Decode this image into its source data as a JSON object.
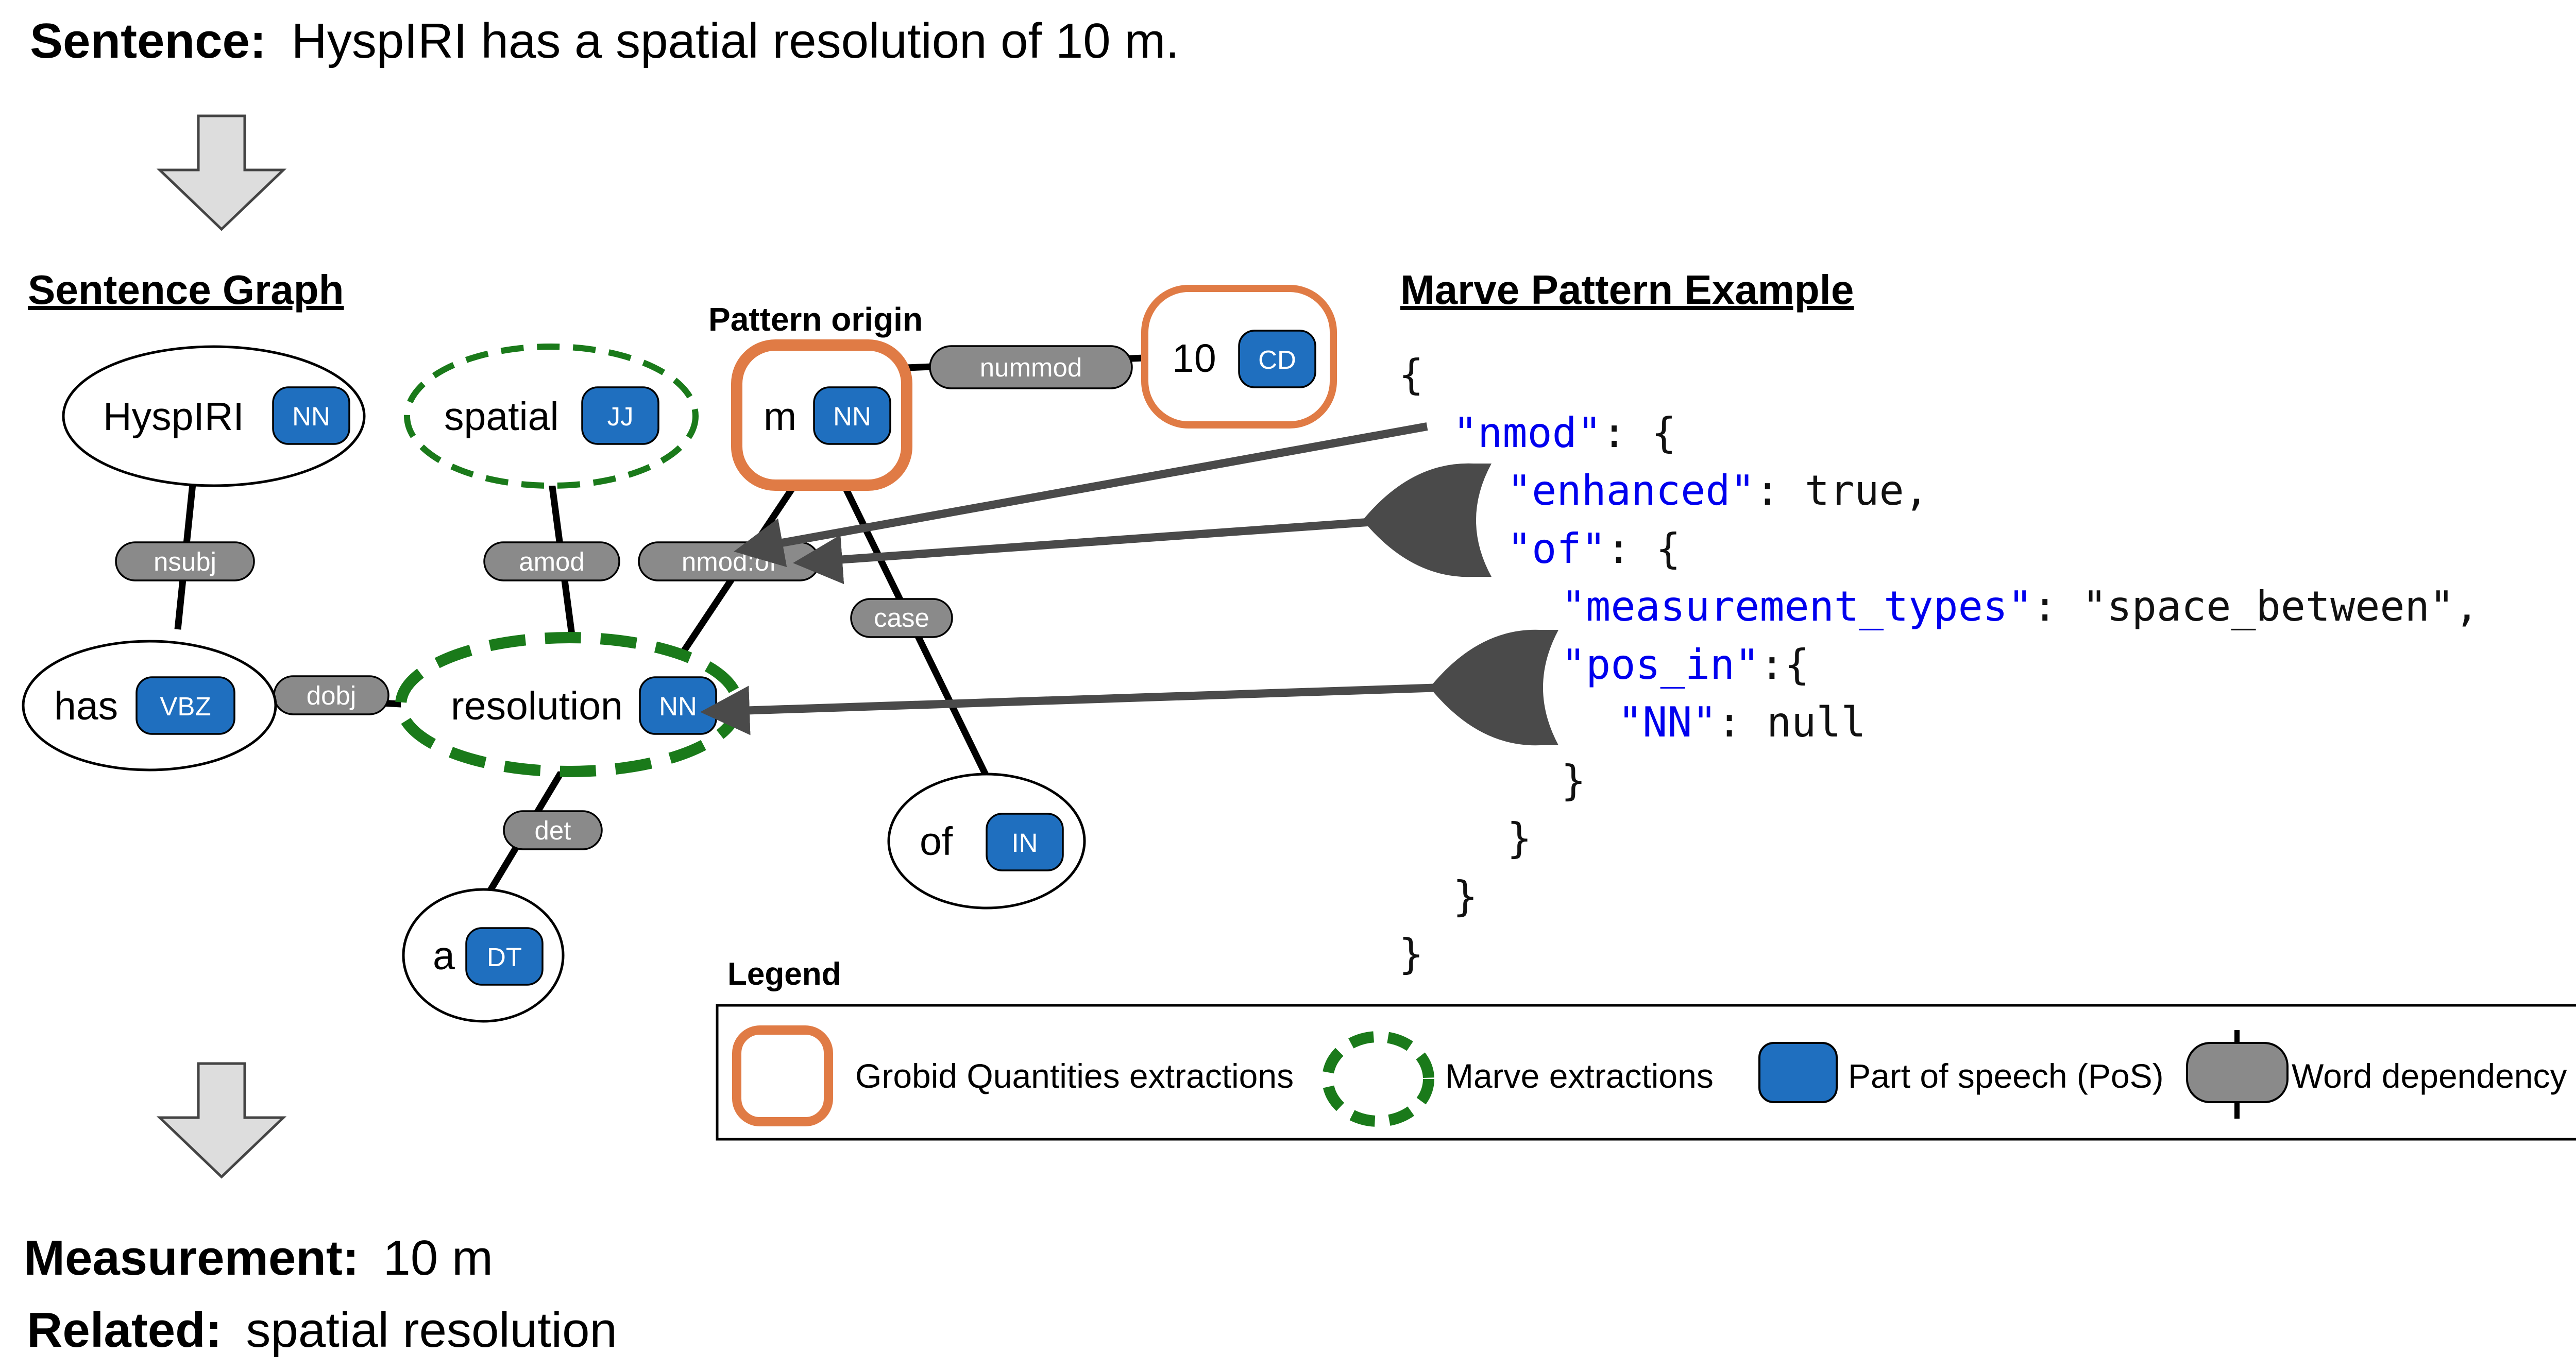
{
  "header": {
    "sentence_label": "Sentence:",
    "sentence_text": "HyspIRI has a spatial resolution of 10 m."
  },
  "sections": {
    "graph_title": "Sentence Graph",
    "pattern_title": "Marve Pattern Example",
    "pattern_origin": "Pattern origin"
  },
  "nodes": {
    "hyspiri": {
      "word": "HyspIRI",
      "pos": "NN"
    },
    "spatial": {
      "word": "spatial",
      "pos": "JJ"
    },
    "m": {
      "word": "m",
      "pos": "NN"
    },
    "ten": {
      "word": "10",
      "pos": "CD"
    },
    "has": {
      "word": "has",
      "pos": "VBZ"
    },
    "resolution": {
      "word": "resolution",
      "pos": "NN"
    },
    "of": {
      "word": "of",
      "pos": "IN"
    },
    "a": {
      "word": "a",
      "pos": "DT"
    }
  },
  "dependencies": {
    "nsubj": "nsubj",
    "amod": "amod",
    "nmod_of": "nmod:of",
    "nummod": "nummod",
    "case": "case",
    "dobj": "dobj",
    "det": "det"
  },
  "json_pattern": {
    "l1": "{",
    "l2_key": "\"nmod\"",
    "l2_rest": ": {",
    "l3_key": "\"enhanced\"",
    "l3_rest": ": true,",
    "l4_key": "\"of\"",
    "l4_rest": ": {",
    "l5_key": "\"measurement_types\"",
    "l5_rest": ":  \"space_between\",",
    "l6_key": "\"pos_in\"",
    "l6_rest": ":{",
    "l7_key": "\"NN\"",
    "l7_rest": ": null",
    "l8": "}",
    "l9": "}",
    "l10": "}",
    "l11": "}"
  },
  "legend": {
    "title": "Legend",
    "grobid": "Grobid Quantities extractions",
    "marve": "Marve extractions",
    "pos": "Part of speech (PoS)",
    "dependency": "Word dependency"
  },
  "results": {
    "measurement_label": "Measurement:",
    "measurement_value": "10 m",
    "related_label": "Related:",
    "related_value": "spatial resolution"
  },
  "colors": {
    "grobid_orange": "#e07b45",
    "marve_green": "#1a7a1a",
    "pos_blue": "#1f6fbf",
    "dependency_gray": "#8a8a8a",
    "arrow_gray": "#4a4a4a",
    "json_key_blue": "#0000ee"
  }
}
